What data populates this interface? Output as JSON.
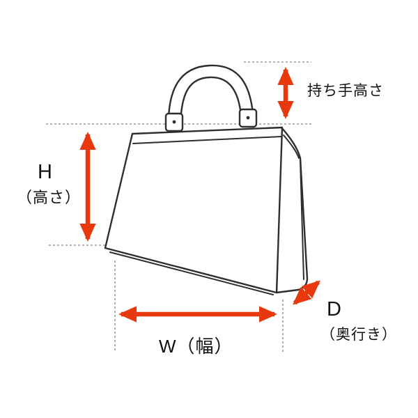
{
  "diagram": {
    "labels": {
      "handle_height": "持ち手高さ",
      "height_letter": "H",
      "height_sub": "（高さ）",
      "width": "W（幅）",
      "depth_letter": "D",
      "depth_sub": "（奥行き）"
    },
    "colors": {
      "arrow": "#e8380d",
      "outline": "#2e2e2e",
      "dash": "#9a9a9a",
      "text": "#111111",
      "background": "#ffffff"
    }
  }
}
